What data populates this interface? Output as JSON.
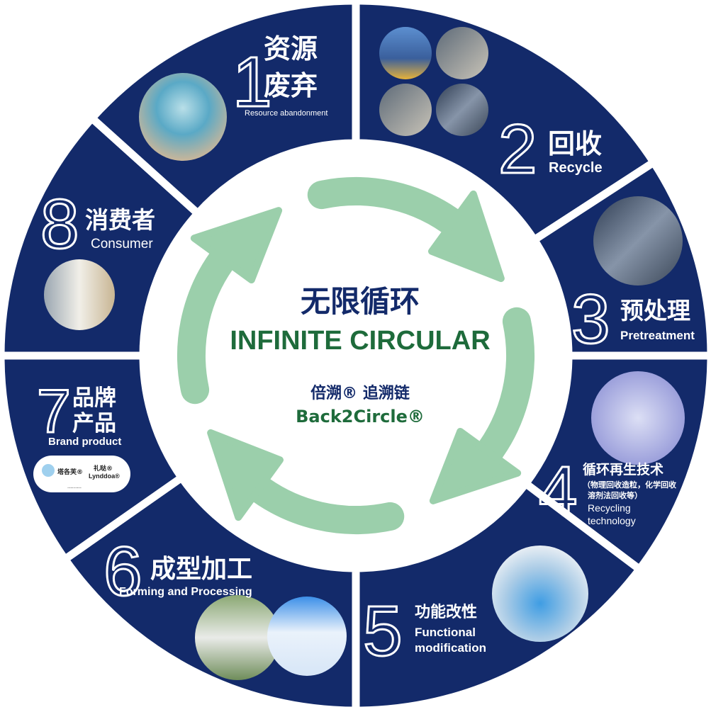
{
  "colors": {
    "navy": "#132a6a",
    "arrow": "#9bcfab",
    "green": "#1e6b3b"
  },
  "center": {
    "title_cn": "无限循环",
    "title_en": "INFINITE CIRCULAR",
    "brand_cn": "倍溯® 追溯链",
    "brand_en": "Back2Circle®"
  },
  "stages": [
    {
      "num": "1",
      "cn1": "资源",
      "cn2": "废弃",
      "en": "Resource abandonment"
    },
    {
      "num": "2",
      "cn": "回收",
      "en": "Recycle"
    },
    {
      "num": "3",
      "cn": "预处理",
      "en": "Pretreatment"
    },
    {
      "num": "4",
      "cn": "循环再生技术",
      "note1": "（物理回收造粒，化学回收",
      "note2": "溶剂法回收等）",
      "en1": "Recycling",
      "en2": "technology"
    },
    {
      "num": "5",
      "cn": "功能改性",
      "en1": "Functional",
      "en2": "modification"
    },
    {
      "num": "6",
      "cn": "成型加工",
      "en": "Forming and Processing"
    },
    {
      "num": "7",
      "cn1": "品牌",
      "cn2": "产品",
      "en": "Brand product",
      "brand1": "塔各芙®",
      "brand2_cn": "礼哒®",
      "brand2_en": "Lynddoa®",
      "more": "........."
    },
    {
      "num": "8",
      "cn": "消费者",
      "en": "Consumer"
    }
  ]
}
